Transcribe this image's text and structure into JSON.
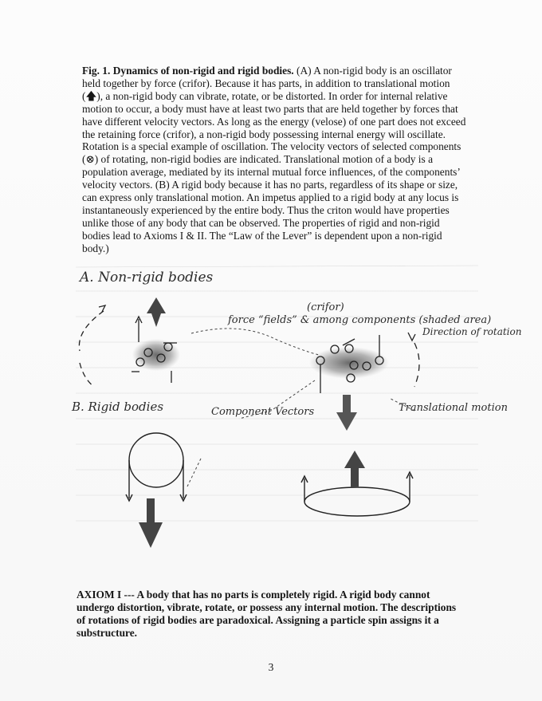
{
  "caption": {
    "fig_label": "Fig. 1.",
    "fig_title": "Dynamics of non-rigid and rigid bodies.",
    "body_before_arrow": "(A) A non-rigid body is an oscillator held together by force (crifor). Because it has parts, in addition to translational motion (",
    "arrow_glyph": "🡅",
    "body_mid1": "), a non-rigid body can vibrate, rotate, or be distorted. In order for internal relative motion to occur, a body must have at least two parts that are held together by forces that have different velocity vectors. As long as the energy (velose) of one part does not exceed the retaining force (crifor), a non-rigid body possessing internal energy will oscillate. Rotation is a special example of oscillation. The velocity vectors of selected components (",
    "otimes_glyph": "⊗",
    "body_mid2": ") of rotating, non-rigid bodies are indicated. Translational motion of a body is a population average, mediated by its internal mutual force influences, of the components’ velocity vectors. (B) A rigid body because it has no parts, regardless of its shape or size, can express only translational motion. An impetus applied to a rigid body at any locus is instantaneously experienced by the entire body. Thus the criton would have properties unlike those of any body that can be observed. The properties of rigid and non-rigid bodies lead to Axioms I & II. The “Law of the Lever” is dependent upon a non-rigid body.)"
  },
  "figure": {
    "label_a": "A. Non-rigid bodies",
    "label_forces": "force “fields” & among components (shaded area)",
    "label_crifor": "(crifor)",
    "label_direction": "Direction of rotation",
    "label_b": "B. Rigid bodies",
    "label_component": "Component Vectors",
    "label_translational": "Translational motion"
  },
  "axiom": "AXIOM I --- A body that has no parts is completely rigid. A rigid body cannot undergo distortion, vibrate, rotate, or possess any internal motion. The descriptions of rotations of rigid bodies are paradoxical. Assigning a particle spin assigns it a substructure.",
  "page_number": "3"
}
